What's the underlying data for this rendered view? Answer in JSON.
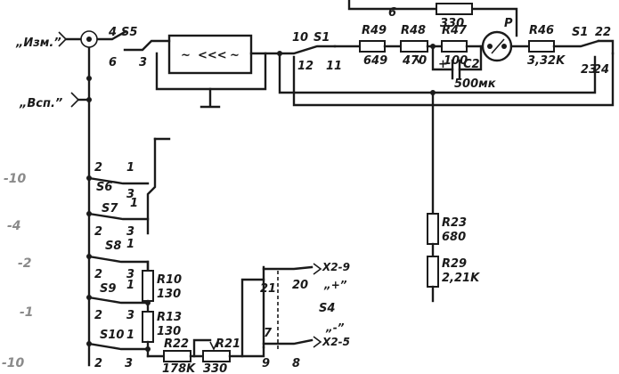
{
  "inputs": {
    "izm": "„Изм.”",
    "vsp": "„Всп.”"
  },
  "switches": {
    "s5": {
      "name": "S5",
      "pin4": "4",
      "pin6": "6",
      "pin3": "3"
    },
    "s1": {
      "name": "S1",
      "pin10": "10",
      "pin12": "12",
      "pin11": "11"
    },
    "s1b": {
      "name": "S1",
      "pin22": "22",
      "pin23": "23",
      "pin24": "24"
    },
    "s6": {
      "name": "S6",
      "pin2": "2",
      "pin1": "1",
      "pin3": "3"
    },
    "s7": {
      "name": "S7",
      "pin2": "2",
      "pin1": "1",
      "pin3": "3"
    },
    "s8": {
      "name": "S8",
      "pin2": "2",
      "pin1": "1",
      "pin3": "3"
    },
    "s9": {
      "name": "S9",
      "pin2": "2",
      "pin1": "1",
      "pin3": "3"
    },
    "s10": {
      "name": "S10",
      "pin2": "2",
      "pin1": "1",
      "pin3": "3"
    },
    "s4": {
      "name": "S4",
      "pin21": "21",
      "pin20": "20",
      "pin7": "7",
      "pin9": "9",
      "pin8": "8"
    }
  },
  "converter": {
    "symbol_left": "~",
    "symbol_mid": "<<<",
    "symbol_right": "~"
  },
  "resistors": {
    "r49": {
      "name": "R49",
      "value": "649"
    },
    "r48": {
      "name": "R48",
      "value": "470"
    },
    "r47": {
      "name": "R47",
      "value": "100"
    },
    "r46": {
      "name": "R46",
      "value": "3,32K"
    },
    "top": {
      "value": "330",
      "pin": "6"
    },
    "r23": {
      "name": "R23",
      "value": "680"
    },
    "r29": {
      "name": "R29",
      "value": "2,21K"
    },
    "r10": {
      "name": "R10",
      "value": "130"
    },
    "r13": {
      "name": "R13",
      "value": "130"
    },
    "r22": {
      "name": "R22",
      "value": "178K"
    },
    "r21": {
      "name": "R21",
      "value": "330"
    }
  },
  "capacitor": {
    "name": "C2",
    "value": "500мк",
    "plus": "+"
  },
  "meter": {
    "name": "P"
  },
  "connectors": {
    "x24": "X2-9",
    "x25": "X2-5",
    "plus": "„+”",
    "minus": "„-”"
  },
  "margin_marks": [
    "-10",
    "-4",
    "-2",
    "-1",
    "-10"
  ]
}
